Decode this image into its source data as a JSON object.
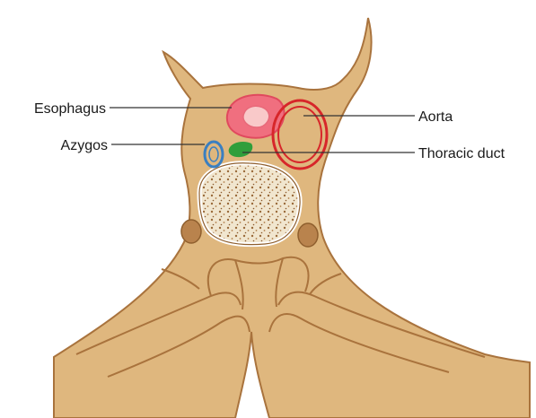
{
  "labels": {
    "esophagus": "Esophagus",
    "azygos": "Azygos",
    "aorta": "Aorta",
    "thoracic_duct": "Thoracic duct"
  },
  "colors": {
    "background": "#ffffff",
    "tissue": "#dfb77e",
    "tissue_outline": "#a9733d",
    "vertebral_body": "#f1e6cf",
    "cancellous_dots": "#9a6a3a",
    "esophagus": "#f06f7f",
    "aorta": "#d7262a",
    "azygos": "#3a7fc1",
    "thoracic_duct": "#2f9e3b",
    "leader_line": "#333333"
  }
}
